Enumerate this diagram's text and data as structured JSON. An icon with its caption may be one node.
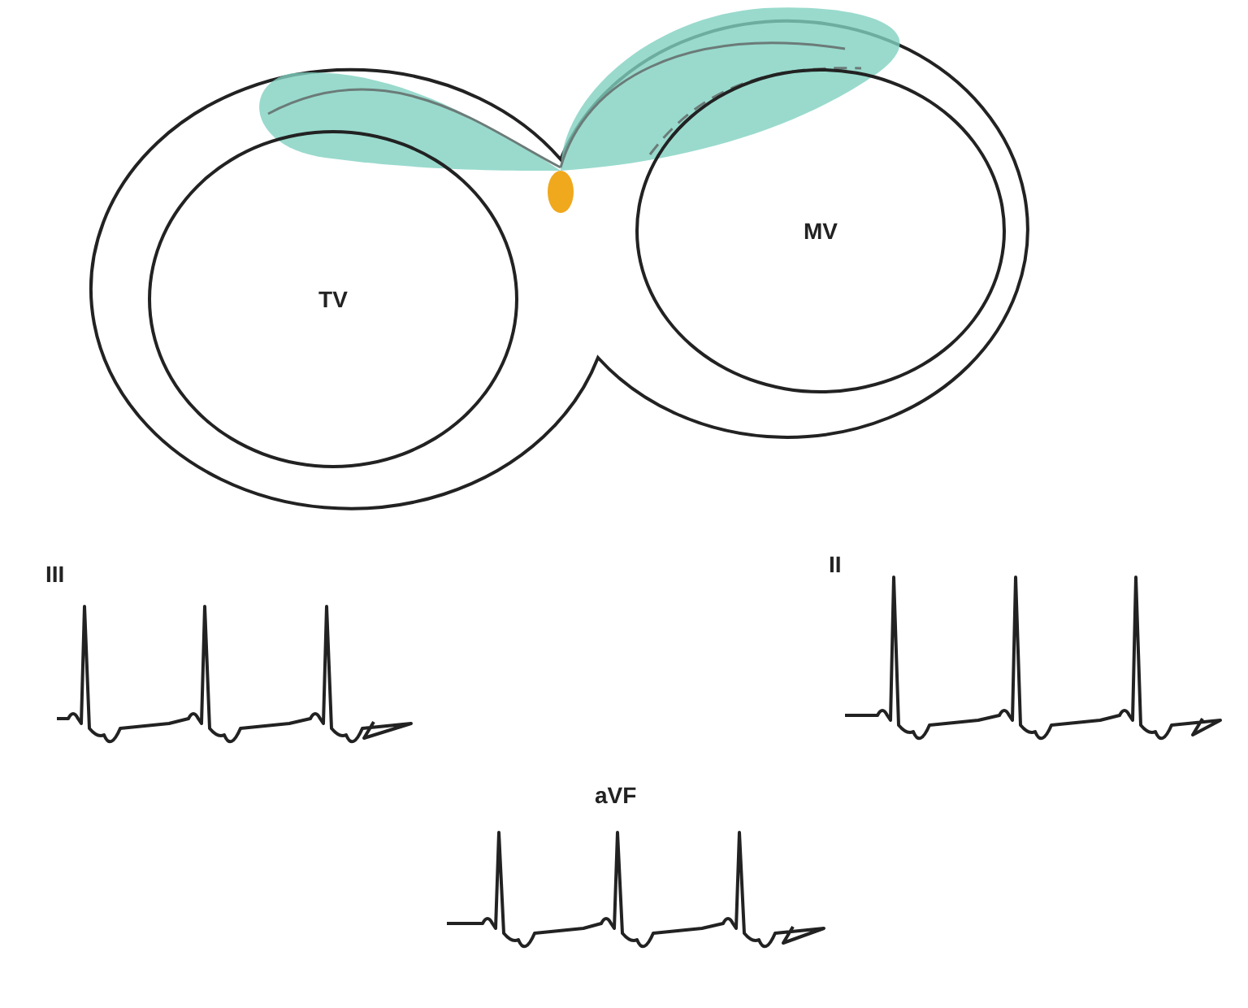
{
  "diagram": {
    "nodes": [
      {
        "text": [
          "TV"
        ]
      },
      {
        "text": [
          "MV"
        ]
      }
    ],
    "labels": [
      "III",
      "II",
      "aVF"
    ]
  }
}
